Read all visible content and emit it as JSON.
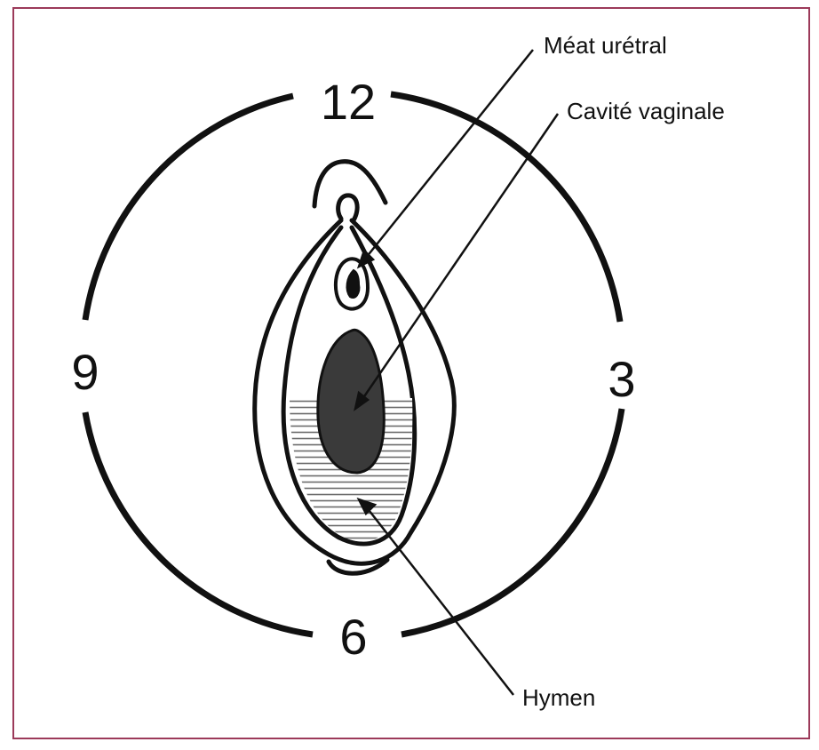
{
  "clock": {
    "n12": "12",
    "n3": "3",
    "n6": "6",
    "n9": "9"
  },
  "labels": {
    "meat": "Méat urétral",
    "cavite": "Cavité vaginale",
    "hymen": "Hymen"
  },
  "colors": {
    "frame": "#9c3a5a",
    "ink": "#111111",
    "cavity_fill": "#3a3a3a",
    "hatch": "#6b6b6b"
  }
}
